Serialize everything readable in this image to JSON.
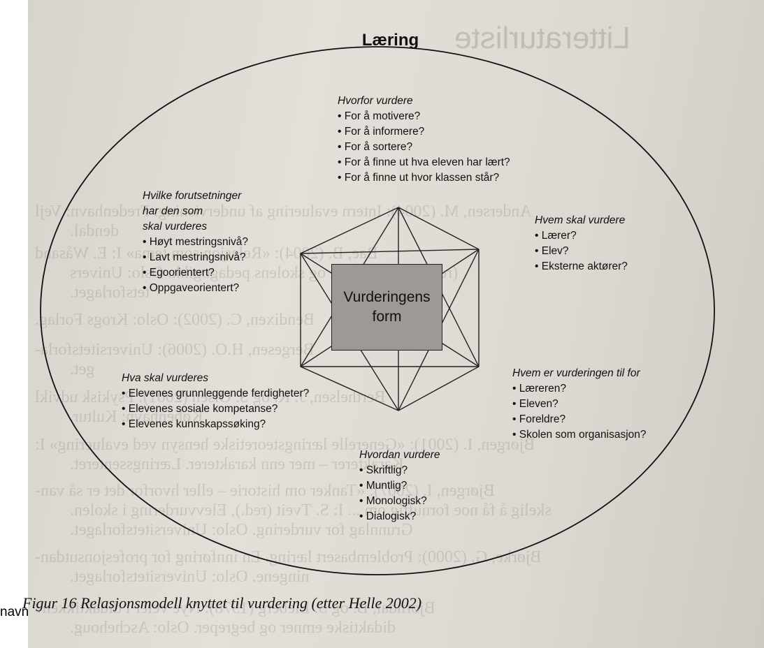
{
  "diagram": {
    "title": "Læring",
    "center": {
      "line1": "Vurderingens",
      "line2": "form"
    },
    "blocks": {
      "hvorfor": {
        "heading": "Hvorfor vurdere",
        "items": [
          "For å motivere?",
          "For å informere?",
          "For å sortere?",
          "For å finne ut hva eleven har lært?",
          "For å finne ut hvor klassen står?"
        ]
      },
      "forutsetninger": {
        "heading_lines": [
          "Hvilke forutsetninger",
          "har den som",
          "skal vurderes"
        ],
        "items": [
          "Høyt mestringsnivå?",
          "Lavt mestringsnivå?",
          "Egoorientert?",
          "Oppgaveorientert?"
        ]
      },
      "hvem": {
        "heading": "Hvem skal vurdere",
        "items": [
          "Lærer?",
          "Elev?",
          "Eksterne aktører?"
        ]
      },
      "hva": {
        "heading": "Hva skal vurderes",
        "items": [
          "Elevenes grunnleggende ferdigheter?",
          "Elevenes sosiale kompetanse?",
          "Elevenes kunnskapssøking?"
        ]
      },
      "tilfor": {
        "heading": "Hvem er vurderingen til for",
        "items": [
          "Læreren?",
          "Eleven?",
          "Foreldre?",
          "Skolen som organisasjon?"
        ]
      },
      "hvordan": {
        "heading": "Hvordan vurdere",
        "items": [
          "Skriftlig?",
          "Muntlig?",
          "Monologisk?",
          "Dialogisk?"
        ]
      }
    }
  },
  "caption": "Figur 16 Relasjonsmodell knyttet til vurdering (etter Helle 2002)",
  "edge_label": "navn",
  "show_through": {
    "title": "Litteraturliste",
    "lines": [
      "Andersen, M. (2004): Intern evaluering af undervisning. Fredenhavn: Vejl",
      "dendal.",
      "Bae, B. (2004): «Relasjon som tema» I: E. Wåsand",
      "(red.), Erfaringsdet og skolens pedagogikk. Oslo: Univers",
      "tetsforlaget.",
      "Bendixen, C. (2002): Oslo: Krogs Forlag.",
      "Bergesen, H.O. (2006): Universitetsforla-",
      "get.",
      "Berthelsen, J. K. og S. Olsen (2001): Psykisk udvikl",
      "København: Kultur.",
      "Bjørgen, I. (2001): «Generelle læringsteoretiske hensyn ved evaluering» I:",
      "Karakterer – mer enn karakterer. Læringssenteret.",
      "Bjørgen, I. (2007): «Tanker om historie – eller hvorfor det er så van-",
      "skelig å få noe fornuftig om ... I: S. Tveit (red.), Elevvurdering i skolen.",
      "Grunnlag for vurdering. Oslo: Universitetsforlaget.",
      "Bjørke, G. (2000): Problembasert læring. En innføring for profesjonsutdan-",
      "ningene. Oslo: Universitetsforlaget.",
      "Bjørndal, B. og S. Lieberg (1978): Nye veier i didaktikken?",
      "didaktiske emner og begreper. Oslo: Aschehoug."
    ]
  }
}
